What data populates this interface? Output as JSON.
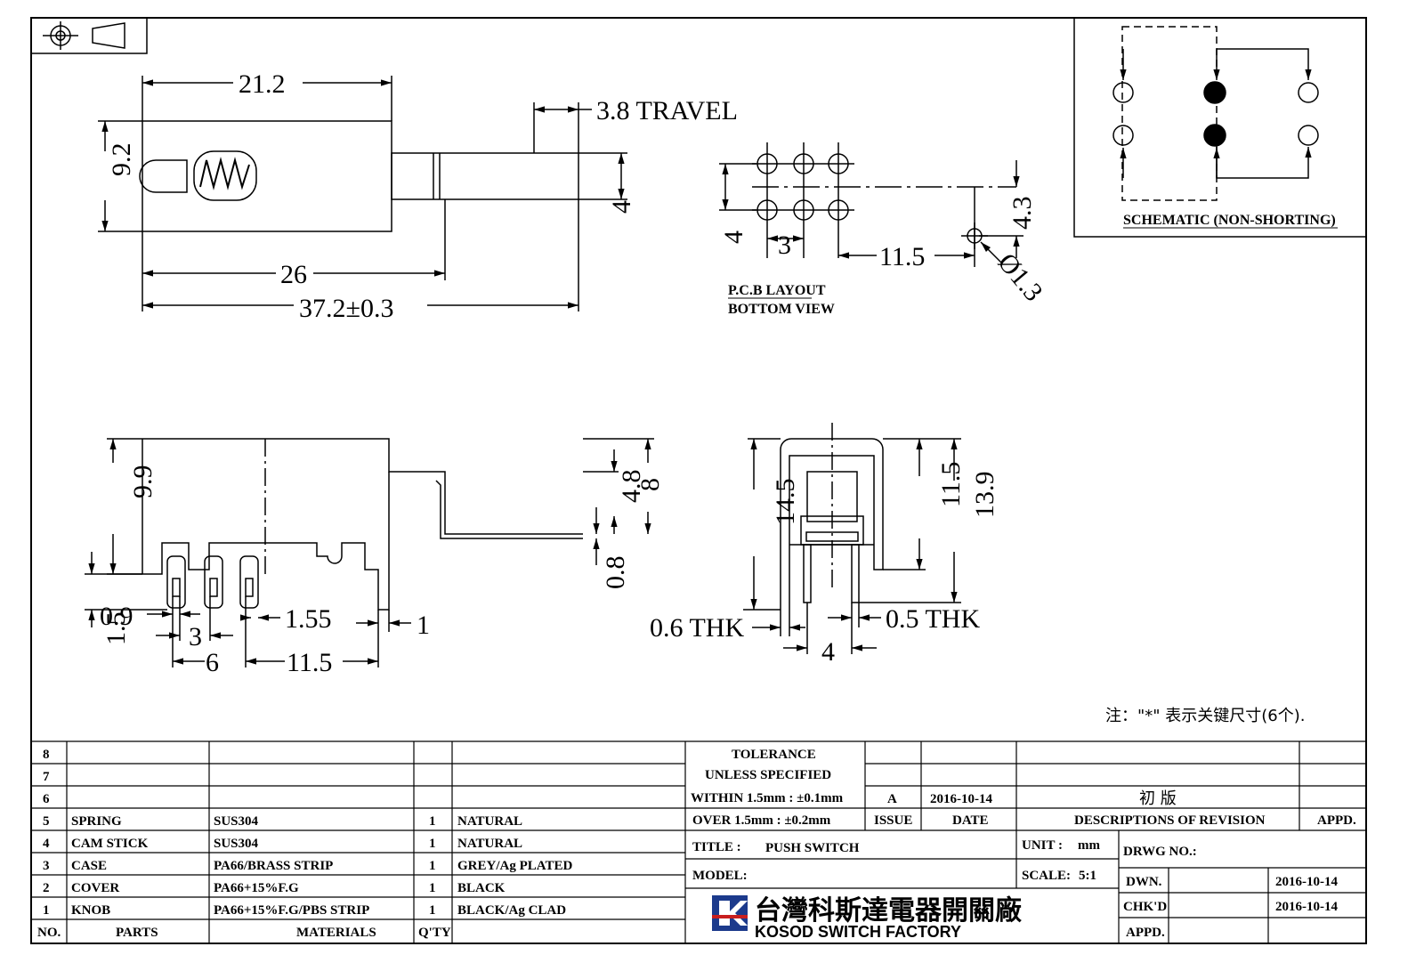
{
  "dims": {
    "d21_2": "21.2",
    "d3_8_travel": "3.8 TRAVEL",
    "d9_2": "9.2",
    "d4_top": "4",
    "d26": "26",
    "d37_2": "37.2±0.3",
    "d4_pcb": "4",
    "d3_pcb": "3",
    "d11_5_pcb": "11.5",
    "d4_3": "4.3",
    "d1_3": "Ø1.3",
    "d9_9": "9.9",
    "d4_8": "4.8",
    "d8": "8",
    "d0_8": "0.8",
    "d1_5": "1.5",
    "d0_9": "0.9",
    "d1_55": "1.55",
    "d1": "1",
    "d3_side": "3",
    "d6": "6",
    "d11_5_side": "11.5",
    "d14_5": "14.5",
    "d11_5_end": "11.5",
    "d13_9": "13.9",
    "d0_6_thk": "0.6 THK",
    "d0_5_thk": "0.5 THK",
    "d4_end": "4"
  },
  "labels": {
    "pcb_layout": "P.C.B LAYOUT",
    "bottom_view": "BOTTOM VIEW",
    "schematic": "SCHEMATIC (NON-SHORTING)",
    "note": "注：\"*\" 表示关键尺寸(6个)."
  },
  "parts_table": {
    "headers": {
      "no": "NO.",
      "parts": "PARTS",
      "materials": "MATERIALS",
      "qty": "Q'TY"
    },
    "rows": [
      {
        "no": "8",
        "part": "",
        "material": "",
        "qty": "",
        "finish": ""
      },
      {
        "no": "7",
        "part": "",
        "material": "",
        "qty": "",
        "finish": ""
      },
      {
        "no": "6",
        "part": "",
        "material": "",
        "qty": "",
        "finish": ""
      },
      {
        "no": "5",
        "part": "SPRING",
        "material": "SUS304",
        "qty": "1",
        "finish": "NATURAL"
      },
      {
        "no": "4",
        "part": "CAM STICK",
        "material": "SUS304",
        "qty": "1",
        "finish": "NATURAL"
      },
      {
        "no": "3",
        "part": "CASE",
        "material": "PA66/BRASS STRIP",
        "qty": "1",
        "finish": "GREY/Ag PLATED"
      },
      {
        "no": "2",
        "part": "COVER",
        "material": "PA66+15%F.G",
        "qty": "1",
        "finish": "BLACK"
      },
      {
        "no": "1",
        "part": "KNOB",
        "material": "PA66+15%F.G/PBS STRIP",
        "qty": "1",
        "finish": "BLACK/Ag CLAD"
      }
    ]
  },
  "title_block": {
    "tolerance": "TOLERANCE",
    "unless": "UNLESS  SPECIFIED",
    "within": "WITHIN 1.5mm : ±0.1mm",
    "over": "OVER 1.5mm : ±0.2mm",
    "rev_issue": "A",
    "rev_date": "2016-10-14",
    "rev_desc": "初    版",
    "issue_hdr": "ISSUE",
    "date_hdr": "DATE",
    "desc_hdr": "DESCRIPTIONS OF REVISION",
    "appd_hdr": "APPD.",
    "title_label": "TITLE :",
    "title_value": "PUSH SWITCH",
    "unit_label": "UNIT :",
    "unit_value": "mm",
    "drwg_no": "DRWG NO.:",
    "model_label": "MODEL:",
    "scale_label": "SCALE:",
    "scale_value": "5:1",
    "dwn_label": "DWN.",
    "dwn_date": "2016-10-14",
    "chkd_label": "CHK'D",
    "chkd_date": "2016-10-14",
    "appd_label": "APPD.",
    "company_cn": "台灣科斯達電器開關廠",
    "company_en": "KOSOD SWITCH FACTORY"
  }
}
